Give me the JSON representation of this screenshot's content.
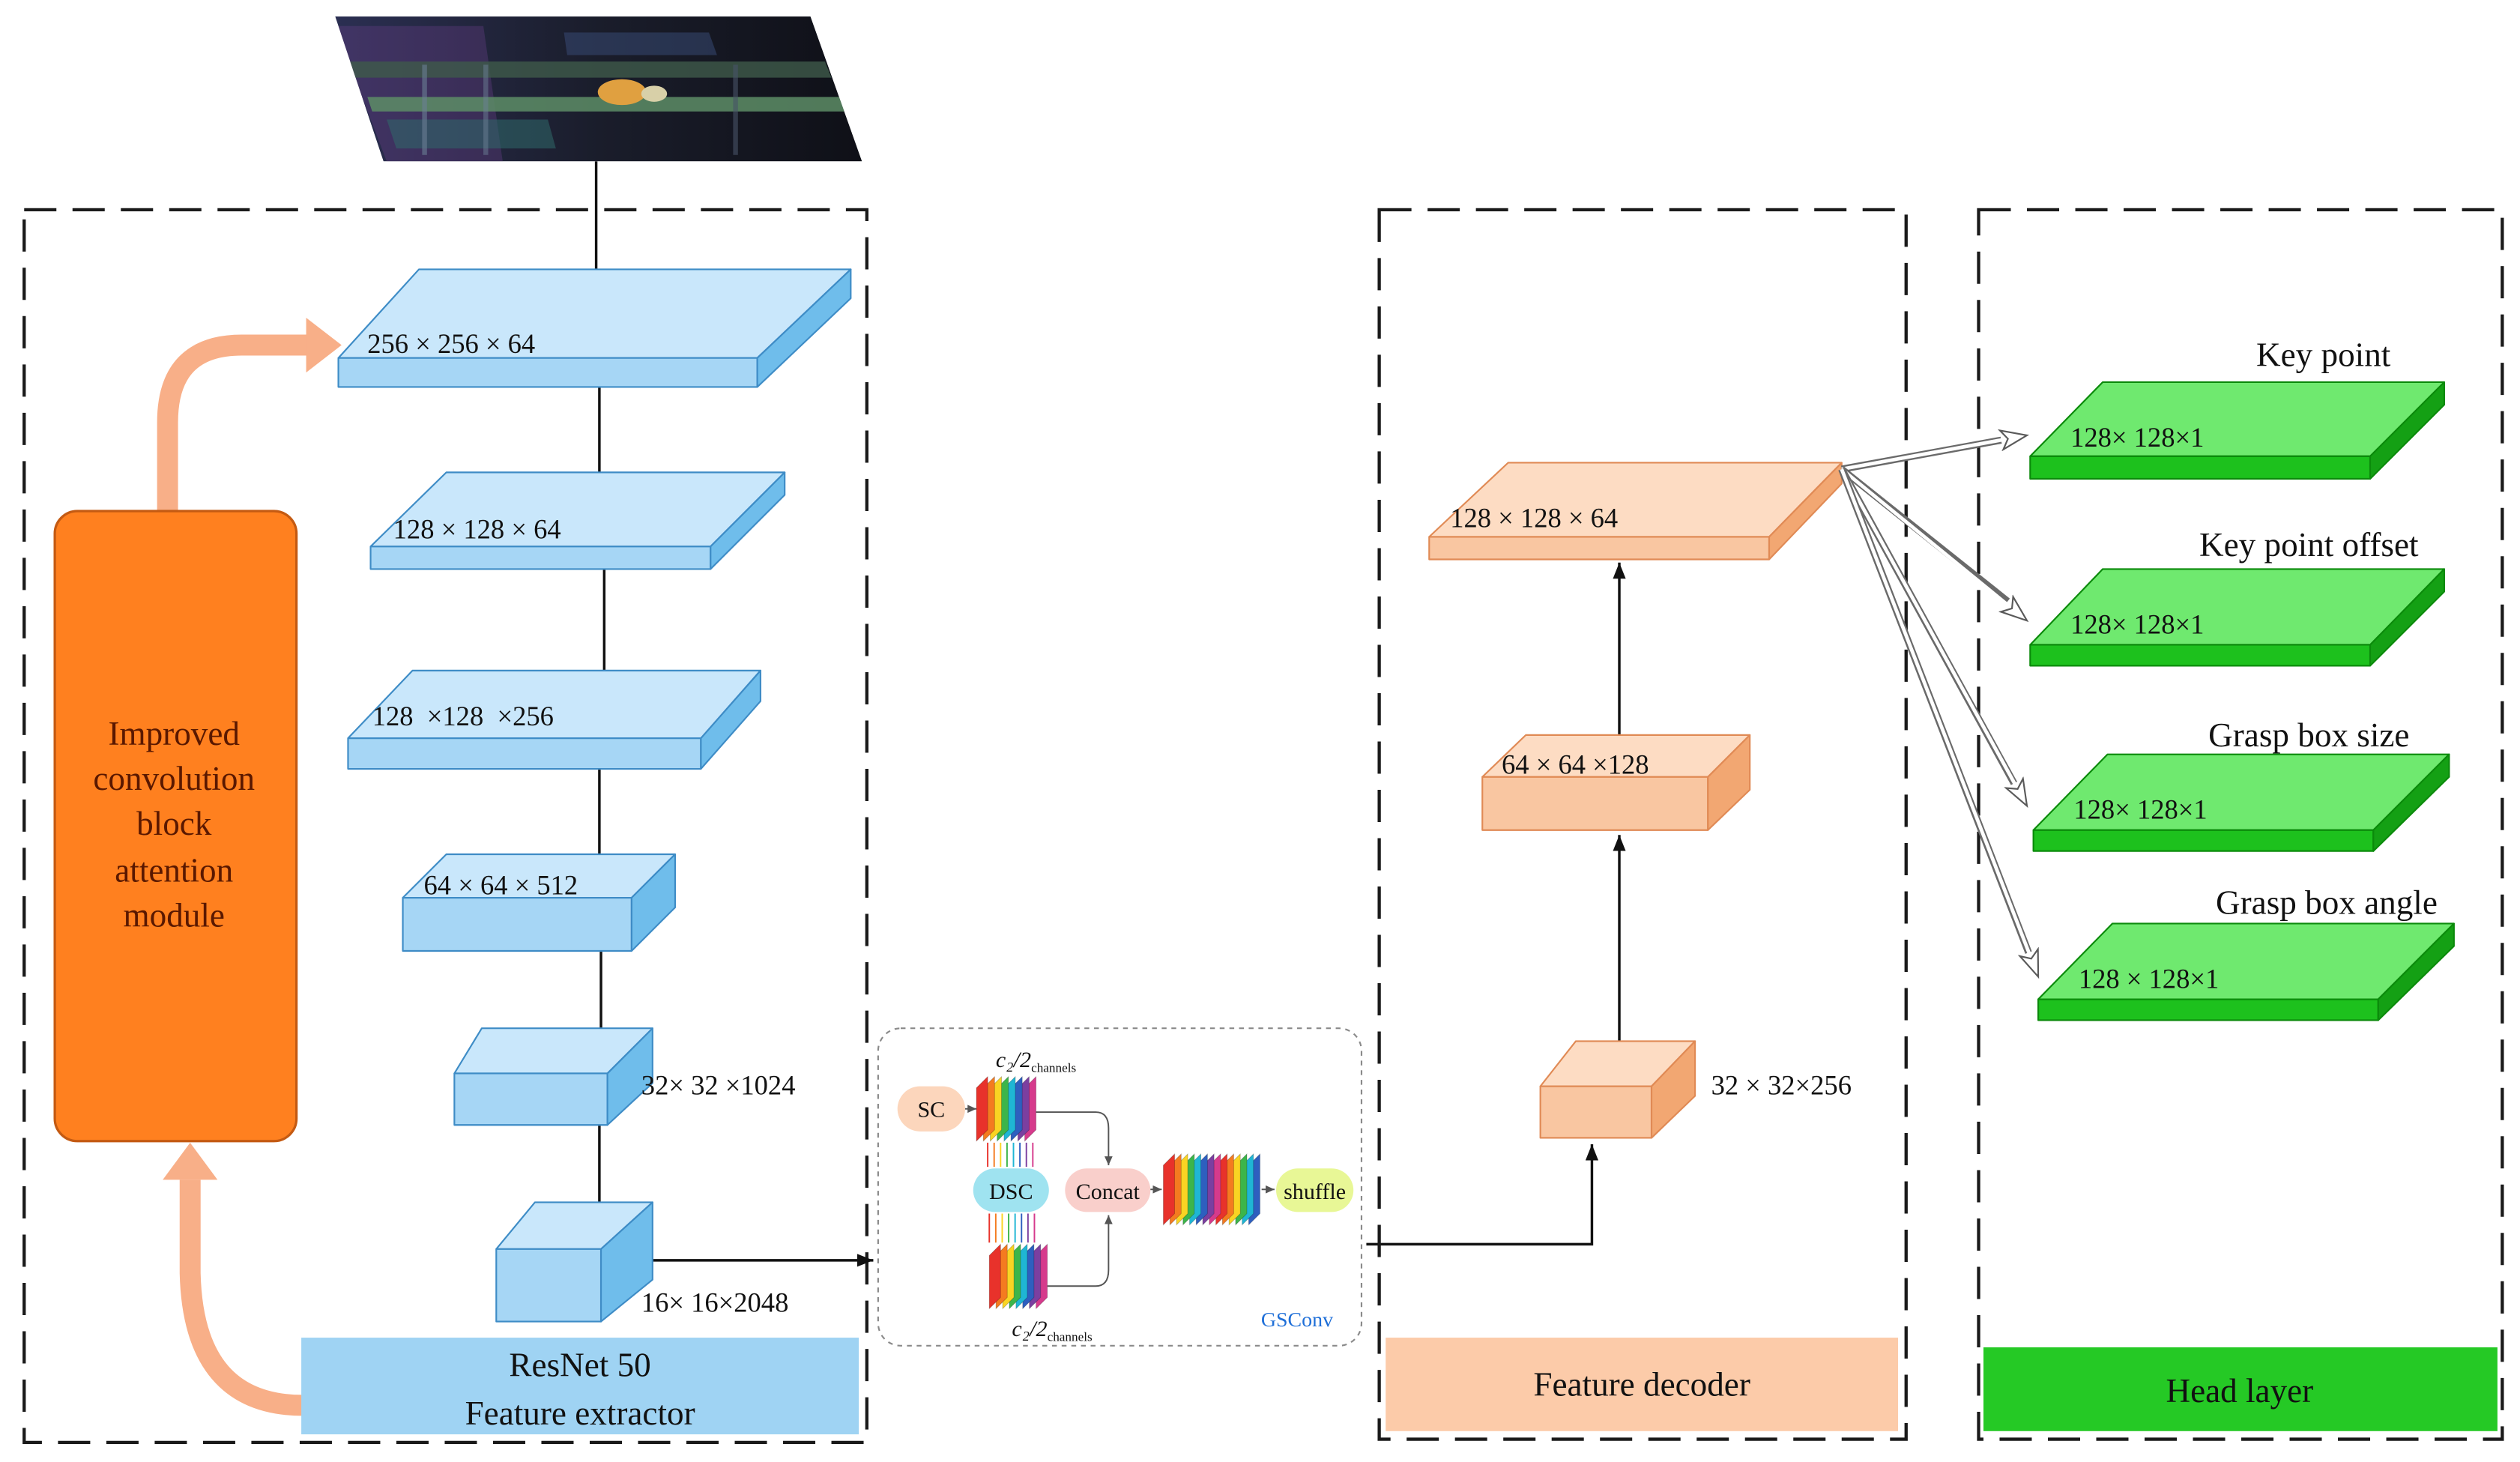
{
  "attention_module": {
    "lines": [
      "Improved",
      "convolution",
      "block",
      "attention",
      "module"
    ]
  },
  "feature_extractor": {
    "caption": [
      "ResNet 50",
      "Feature extractor"
    ],
    "layers": [
      {
        "label": "256 × 256 × 64"
      },
      {
        "label": "128 × 128 × 64"
      },
      {
        "label": "128  ×128  ×256"
      },
      {
        "label": "64 × 64 × 512"
      },
      {
        "label": "32× 32 ×1024"
      },
      {
        "label": "16× 16×2048"
      }
    ]
  },
  "gsconv": {
    "title": "GSConv",
    "sc": "SC",
    "dsc": "DSC",
    "concat": "Concat",
    "shuffle": "shuffle",
    "channel_label": {
      "fraction": "c₂/2",
      "unit": "channels"
    },
    "slice_colors": [
      "#E8322B",
      "#F47B20",
      "#F9D423",
      "#3CB54A",
      "#1FB6D4",
      "#2E5FBF",
      "#7B3FA0",
      "#D63A8C"
    ]
  },
  "feature_decoder": {
    "caption": "Feature decoder",
    "layers": [
      {
        "label": "128 × 128 × 64"
      },
      {
        "label": "64 × 64 ×128"
      },
      {
        "label": "32 × 32×256"
      }
    ]
  },
  "head_layer": {
    "caption": "Head layer",
    "outputs": [
      {
        "name": "Key point",
        "shape": "128× 128×1"
      },
      {
        "name": "Key point offset",
        "shape": "128× 128×1"
      },
      {
        "name": "Grasp box size",
        "shape": "128× 128×1"
      },
      {
        "name": "Grasp box angle",
        "shape": "128 × 128×1"
      }
    ]
  },
  "colors": {
    "blue_top": "#C9E7FB",
    "blue_front": "#A6D6F5",
    "blue_side": "#6FBDEB",
    "blue_edge": "#3E8CC6",
    "peach_top": "#FDDCC3",
    "peach_front": "#F9C6A1",
    "peach_side": "#F2A772",
    "peach_edge": "#E08A55",
    "green_top": "#6FE96F",
    "green_front": "#1DC11D",
    "green_side": "#14A014",
    "green_edge": "#0B8A0B",
    "attention": "#FF801F",
    "attention_edge": "#C45A12",
    "attention_text": "#5A1800",
    "resnet_box": "#9FD3F3",
    "decoder_box": "#FCCBA9",
    "head_box": "#25C925",
    "feedback_arrow": "#F8AF88",
    "sc": "#FCD6BC",
    "dsc": "#9FE3F0",
    "concat": "#F9CFCB",
    "shuffle": "#E8F796",
    "gsconv_text": "#1F6FD8"
  }
}
